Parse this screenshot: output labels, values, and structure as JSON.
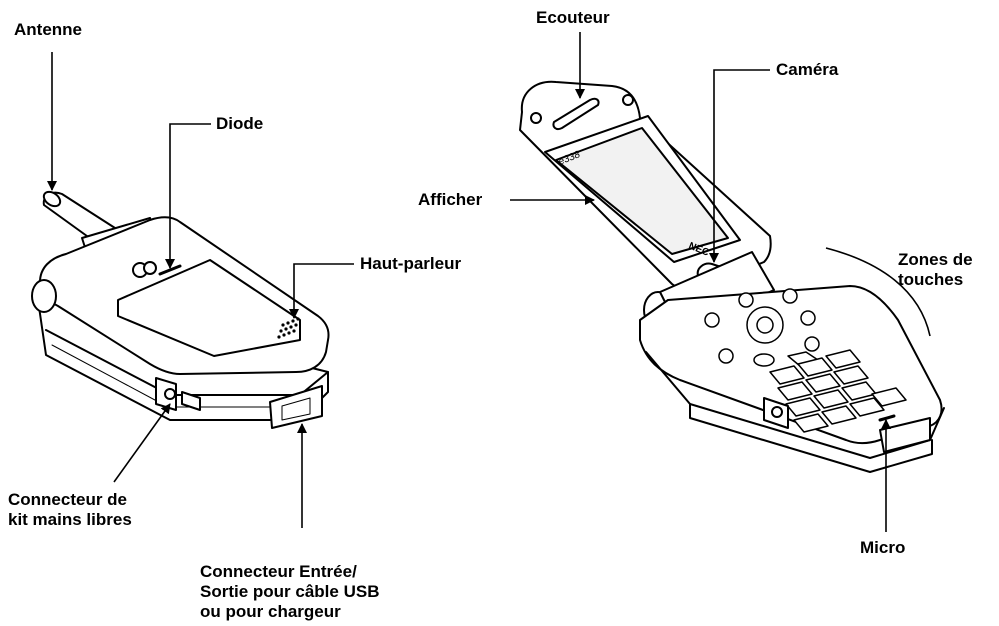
{
  "labels": {
    "antenne": "Antenne",
    "diode": "Diode",
    "haut_parleur": "Haut-parleur",
    "kit": [
      "Connecteur de",
      "kit mains libres"
    ],
    "usb": [
      "Connecteur Entrée/",
      "Sortie pour câble USB",
      "ou pour chargeur"
    ],
    "ecouteur": "Ecouteur",
    "camera": "Caméra",
    "afficher": "Afficher",
    "zones": [
      "Zones de",
      "touches"
    ],
    "micro": "Micro"
  },
  "phone_marks": {
    "model": "e338",
    "brand": "NEC"
  },
  "colors": {
    "line": "#000000",
    "body": "#ffffff",
    "screen": "#f2f2f2"
  }
}
